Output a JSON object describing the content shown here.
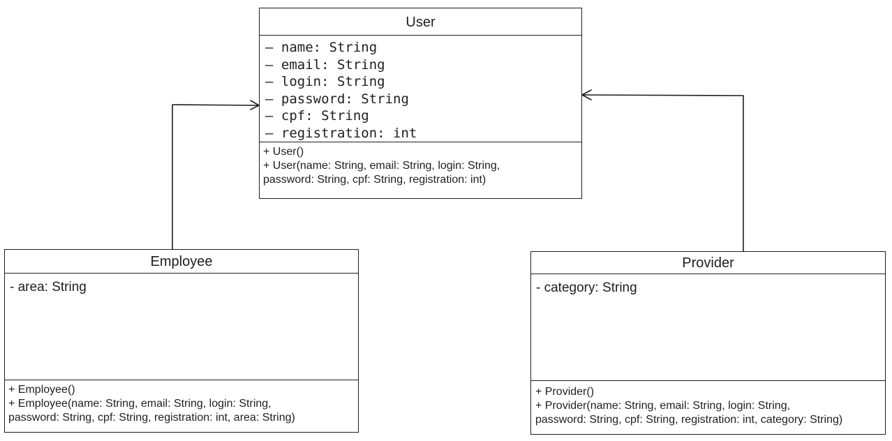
{
  "diagram": {
    "classes": {
      "user": {
        "name": "User",
        "attributes": [
          "– name: String",
          "– email: String",
          "– login: String",
          "– password: String",
          "– cpf: String",
          "– registration: int"
        ],
        "methods": [
          "+ User()",
          "+ User(name: String, email: String, login: String,",
          "password: String, cpf: String, registration: int)"
        ]
      },
      "employee": {
        "name": "Employee",
        "attributes": [
          "- area: String"
        ],
        "methods": [
          "+ Employee()",
          "+ Employee(name: String, email: String, login: String,",
          "password: String, cpf: String, registration: int, area: String)"
        ]
      },
      "provider": {
        "name": "Provider",
        "attributes": [
          "- category: String"
        ],
        "methods": [
          "+ Provider()",
          "+ Provider(name: String, email: String, login: String,",
          "password: String, cpf: String, registration: int, category: String)"
        ]
      }
    },
    "relationships": [
      {
        "from": "Employee",
        "to": "User",
        "type": "inheritance"
      },
      {
        "from": "Provider",
        "to": "User",
        "type": "inheritance"
      }
    ],
    "colors": {
      "stroke": "#1e1e1e",
      "background": "#ffffff"
    }
  }
}
